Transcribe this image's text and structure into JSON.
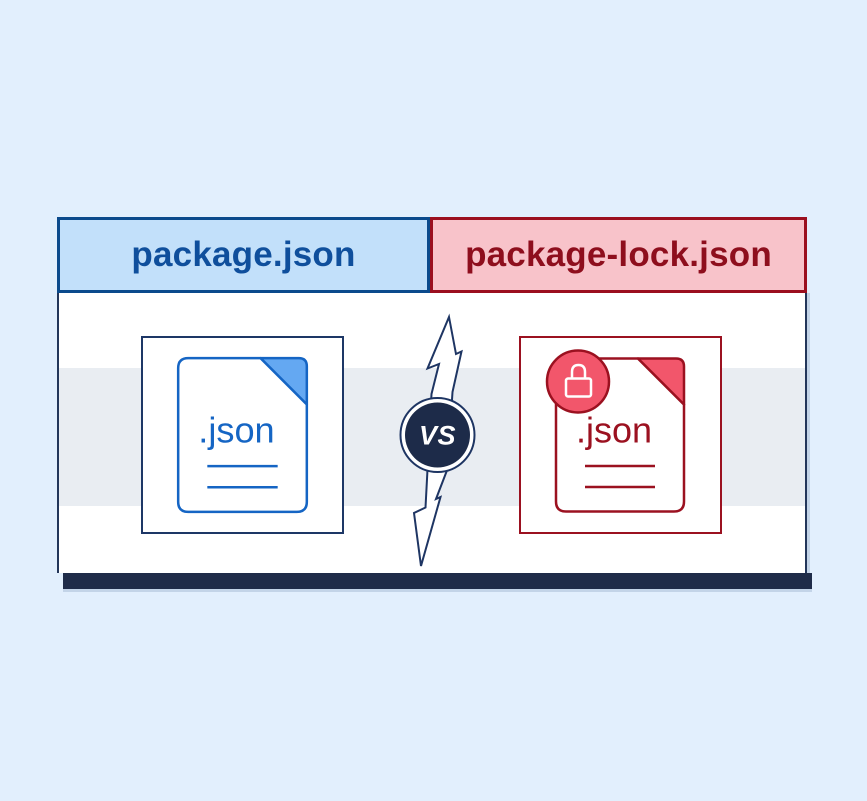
{
  "page": {
    "background": "#e2effd",
    "description": "package.json versus package-lock.json comparison graphic"
  },
  "card": {
    "left": {
      "title": "package.json",
      "doc_label": ".json",
      "colors": {
        "header_bg": "#c2e0fa",
        "header_border": "#0b4a8c",
        "title_text": "#0f4f9c",
        "doc_accent": "#1565c4",
        "fold_fill": "#64a8f2",
        "frame_border": "#1d3766"
      }
    },
    "right": {
      "title": "package-lock.json",
      "doc_label": ".json",
      "lock_badge": "lock-icon",
      "colors": {
        "header_bg": "#f8c3ca",
        "header_border": "#9b0f1f",
        "title_text": "#8e0e1d",
        "doc_accent": "#9b1120",
        "fold_fill": "#f2566b",
        "badge_fill": "#f2566b"
      }
    },
    "versus": {
      "label": "VS",
      "badge_fill": "#1d2b49",
      "bolt_outline": "#1e3563"
    },
    "shadow_color": "#1f2c49",
    "divider_band_color": "#e9edf2",
    "body_bg": "#ffffff"
  }
}
